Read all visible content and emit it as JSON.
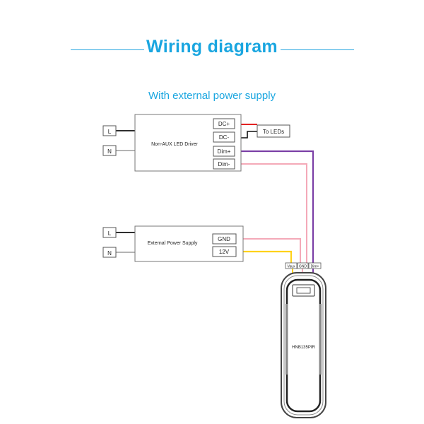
{
  "header": {
    "title": "Wiring diagram",
    "subtitle": "With external power supply"
  },
  "driver": {
    "label": "Non-AUX  LED  Driver",
    "terminals": [
      "DC+",
      "DC-",
      "Dim+",
      "Dim-"
    ],
    "inputs": [
      "L",
      "N"
    ],
    "output_label": "To LEDs"
  },
  "power_supply": {
    "label": "External Power Supply",
    "terminals": [
      "GND",
      "12V"
    ],
    "inputs": [
      "L",
      "N"
    ]
  },
  "sensor": {
    "model": "HNB135PIR",
    "pins": [
      "Vaux",
      "GND",
      "Dim+"
    ]
  },
  "colors": {
    "accent": "#1aa6e0",
    "wire_red": "#e32222",
    "wire_black": "#111111",
    "wire_purple": "#7b3fa6",
    "wire_pink": "#f4a9b8",
    "wire_yellow": "#ffd21a"
  }
}
